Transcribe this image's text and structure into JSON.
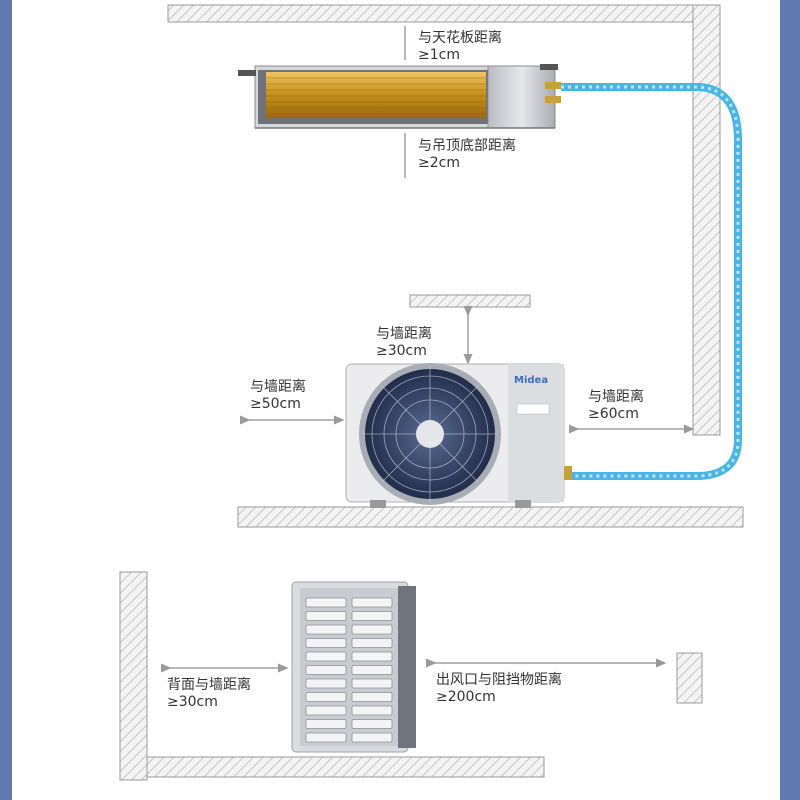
{
  "colors": {
    "background": "#5f7ab0",
    "panel": "#ffffff",
    "wall_hatch": "#c8c8c8",
    "pipe": "#48b4e8",
    "coil": "#c8961e",
    "unit_body": "#e9eaec",
    "fan": "#2e3a5e",
    "text": "#333333",
    "arrow": "#999999"
  },
  "indoor_unit": {
    "ceiling_label": "与天花板距离",
    "ceiling_value": "≥1cm",
    "bottom_label": "与吊顶底部距离",
    "bottom_value": "≥2cm"
  },
  "outdoor_unit": {
    "brand": "Midea",
    "top_label": "与墙距离",
    "top_value": "≥30cm",
    "left_label": "与墙距离",
    "left_value": "≥50cm",
    "right_label": "与墙距离",
    "right_value": "≥60cm"
  },
  "side_view": {
    "back_label": "背面与墙距离",
    "back_value": "≥30cm",
    "outlet_label": "出风口与阻挡物距离",
    "outlet_value": "≥200cm"
  }
}
